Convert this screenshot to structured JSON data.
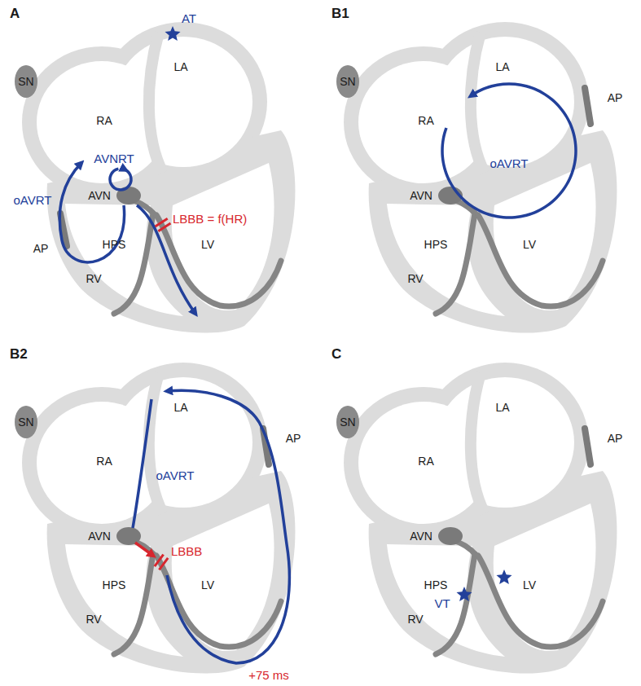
{
  "diagram": {
    "labels": [
      "A",
      "AT",
      "LA",
      "SN",
      "RA",
      "AVNRT",
      "AVN",
      "oAVRT",
      "LBBB = f(HR)",
      "AP",
      "HPS",
      "LV",
      "RV",
      "B1",
      "SN",
      "LA",
      "RA",
      "oAVRT",
      "AP",
      "AVN",
      "HPS",
      "LV",
      "RV",
      "B2",
      "SN",
      "LA",
      "RA",
      "oAVRT",
      "AP",
      "AVN",
      "LBBB",
      "HPS",
      "LV",
      "RV",
      "+75 ms",
      "C",
      "SN",
      "LA",
      "RA",
      "AP",
      "AVN",
      "HPS",
      "LV",
      "RV",
      "VT"
    ]
  }
}
